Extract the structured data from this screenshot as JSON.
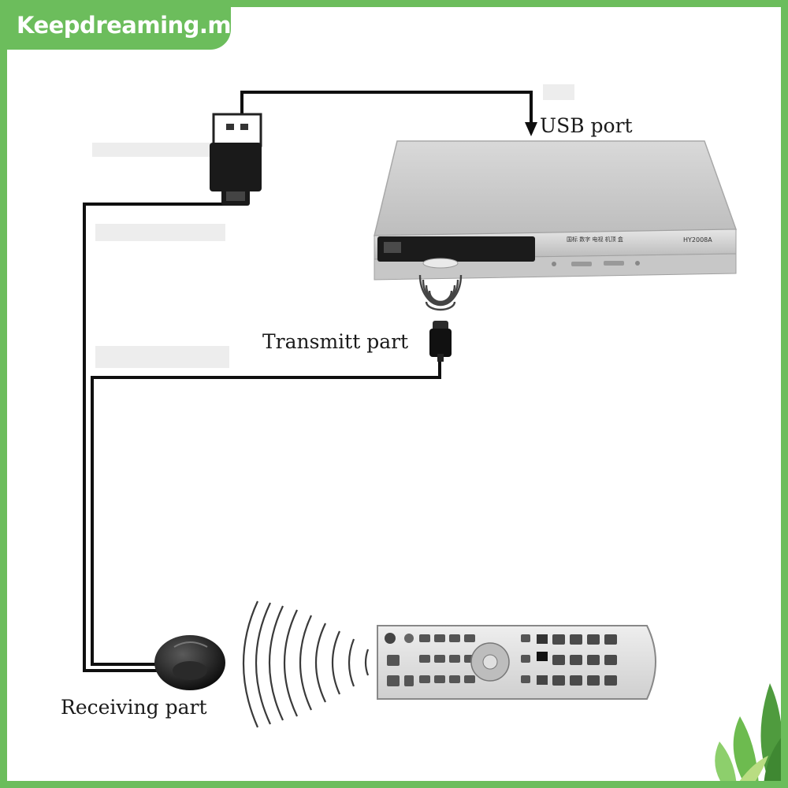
{
  "watermark": {
    "text": "Keepdreaming.my",
    "color": "#6cbd5c"
  },
  "labels": {
    "usb_port": "USB port",
    "transmit_part": "Transmitt part",
    "receiving_part": "Receiving part"
  },
  "device": {
    "model_text": "HY2008A"
  },
  "colors": {
    "cable": "#0f0f0f",
    "device_body": "#c9c9c9",
    "remote_body": "#dcdcdc",
    "frame": "#6cbd5c"
  }
}
